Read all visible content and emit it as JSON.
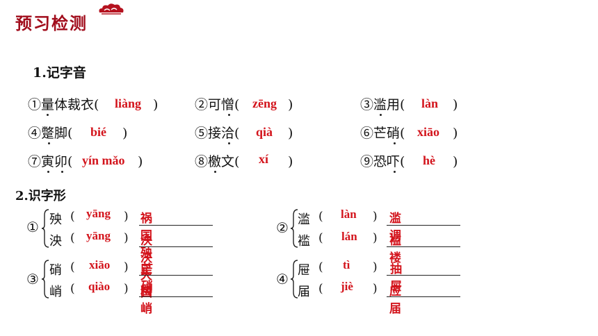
{
  "header": {
    "title": "预习检测"
  },
  "section1": {
    "heading": "1.记字音",
    "items": [
      {
        "marker": "①",
        "word": "量体裁衣",
        "answer": "liàng"
      },
      {
        "marker": "②",
        "word": "可憎",
        "answer": "zēng"
      },
      {
        "marker": "③",
        "word": "滥用",
        "answer": "làn"
      },
      {
        "marker": "④",
        "word": "蹩脚",
        "answer": "bié"
      },
      {
        "marker": "⑤",
        "word": "接洽",
        "answer": "qià"
      },
      {
        "marker": "⑥",
        "word": "芒硝",
        "answer": "xiāo"
      },
      {
        "marker": "⑦",
        "word": "寅卯",
        "answer": "yín mǎo"
      },
      {
        "marker": "⑧",
        "word": "檄文",
        "answer": "xí"
      },
      {
        "marker": "⑨",
        "word": "恐吓",
        "answer": "hè"
      }
    ]
  },
  "section2": {
    "heading": "2.识字形",
    "groups": [
      {
        "marker": "①",
        "rows": [
          {
            "char": "殃",
            "pinyin": "yāng",
            "word": "祸国殃民"
          },
          {
            "char": "泱",
            "pinyin": "yāng",
            "word": "泱泱大国"
          }
        ]
      },
      {
        "marker": "②",
        "rows": [
          {
            "char": "滥",
            "pinyin": "làn",
            "word": "滥调"
          },
          {
            "char": "褴",
            "pinyin": "lán",
            "word": "褴褛"
          }
        ]
      },
      {
        "marker": "③",
        "rows": [
          {
            "char": "硝",
            "pinyin": "xiāo",
            "word": "芒硝"
          },
          {
            "char": "峭",
            "pinyin": "qiào",
            "word": "料峭"
          }
        ]
      },
      {
        "marker": "④",
        "rows": [
          {
            "char": "屉",
            "pinyin": "tì",
            "word": "抽屉"
          },
          {
            "char": "届",
            "pinyin": "jiè",
            "word": "应届"
          }
        ]
      }
    ]
  },
  "colors": {
    "title": "#a10d1c",
    "answer": "#d3141c"
  }
}
